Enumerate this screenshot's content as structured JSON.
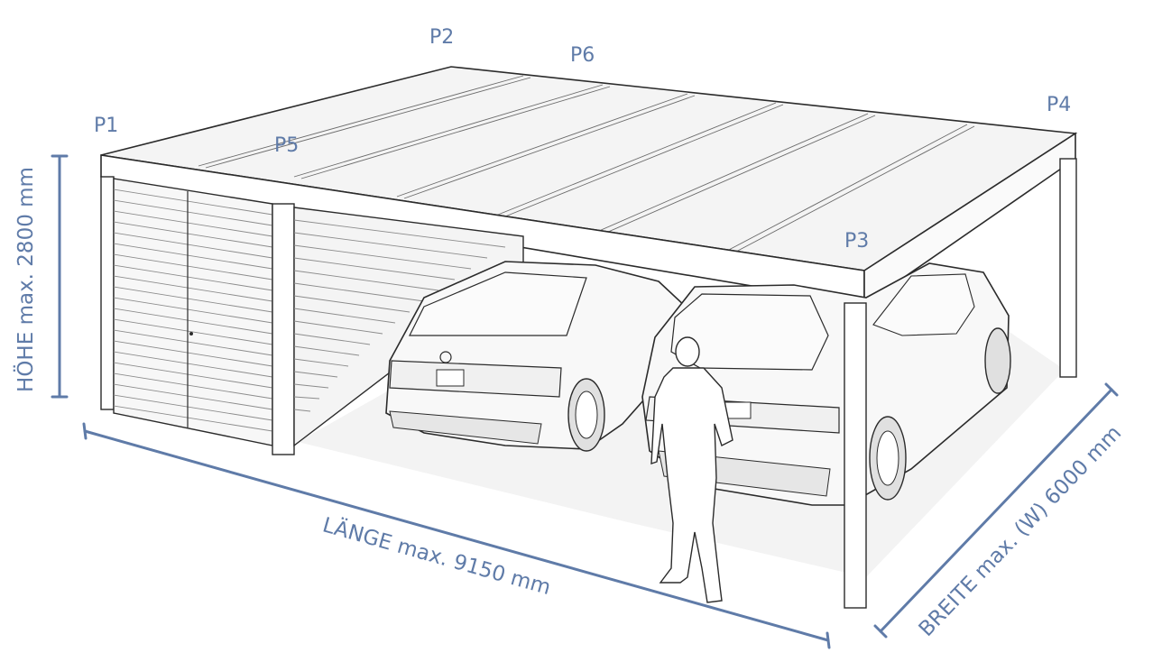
{
  "points": {
    "p1": "P1",
    "p2": "P2",
    "p3": "P3",
    "p4": "P4",
    "p5": "P5",
    "p6": "P6"
  },
  "dimensions": {
    "height": "HÖHE max. 2800 mm",
    "length": "LÄNGE max. 9150 mm",
    "width": "BREITE max. (W) 6000 mm"
  },
  "colors": {
    "label": "#5f7ba8",
    "outline": "#2b2b2b",
    "panel": "#f6f6f6",
    "roof": "#f1f1f1"
  }
}
